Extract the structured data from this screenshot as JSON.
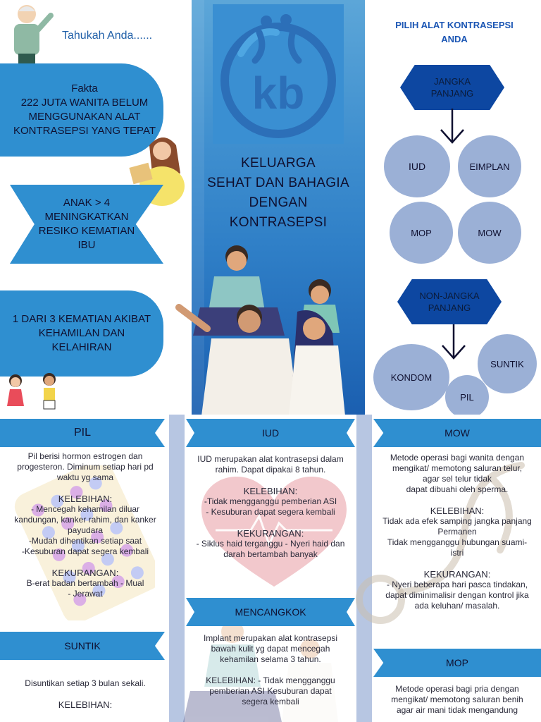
{
  "left": {
    "tahukah": "Tahukah Anda......",
    "fakta_title": "Fakta",
    "fakta_lines": [
      "222 JUTA  WANITA BELUM",
      "MENGGUNAKAN ALAT",
      "KONTRASEPSI YANG TEPAT"
    ],
    "anak_lines": [
      "ANAK > 4",
      "MENINGKATKAN",
      "RESIKO KEMATIAN",
      "IBU"
    ],
    "kematian_lines": [
      "1 DARI 3 KEMATIAN AKIBAT",
      "KEHAMILAN DAN",
      "KELAHIRAN"
    ]
  },
  "center": {
    "logo_text": "kb",
    "headline_lines": [
      "KELUARGA",
      "SEHAT DAN BAHAGIA",
      "DENGAN",
      "KONTRASEPSI"
    ]
  },
  "right": {
    "title_lines": [
      "PILIH ALAT KONTRASEPSI",
      "ANDA"
    ],
    "jangka_panjang": [
      "JANGKA",
      "PANJANG"
    ],
    "long_methods": [
      "IUD",
      "EIMPLAN",
      "MOP",
      "MOW"
    ],
    "non_jangka": [
      "NON-JANGKA",
      "PANJANG"
    ],
    "short_methods": [
      "KONDOM",
      "SUNTIK",
      "PIL"
    ]
  },
  "pil": {
    "title": "PIL",
    "desc": [
      "Pil berisi hormon estrogen dan",
      "progesteron. Diminum setiap hari pd",
      "waktu yg sama"
    ],
    "kelebihan_title": "KELEBIHAN:",
    "kelebihan": [
      "- Mencegah kehamilan diluar",
      "kandungan, kanker rahim, dan kanker",
      "payudara",
      "-Mudah dihentikan setiap saat",
      "-Kesuburan dapat segera kembali"
    ],
    "kekurangan_title": "KEKURANGAN:",
    "kekurangan": [
      "B-erat badan bertambah - Mual",
      "- Jerawat"
    ]
  },
  "suntik": {
    "title": "SUNTIK",
    "desc": "Disuntikan setiap 3 bulan sekali.",
    "kelebihan_title": "KELEBIHAN:"
  },
  "iud": {
    "title": "IUD",
    "desc": [
      "IUD merupakan alat kontrasepsi dalam",
      "rahim. Dapat dipakai 8 tahun."
    ],
    "kelebihan_title": "KELEBIHAN:",
    "kelebihan": [
      "-Tidak mengganggu pemberian ASI",
      "- Kesuburan dapat segera kembali"
    ],
    "kekurangan_title": "KEKURANGAN:",
    "kekurangan": [
      "- Siklus haid terganggu - Nyeri haid dan",
      "darah bertambah banyak"
    ]
  },
  "mencangkok": {
    "title": "MENCANGKOK",
    "desc": [
      "Implant merupakan alat kontrasepsi",
      "bawah kulit yg dapat mencegah",
      "kehamilan selama 3 tahun."
    ],
    "kelebihan": [
      "KELEBIHAN: - Tidak mengganggu",
      "pemberian ASI Kesuburan dapat",
      "segera kembali"
    ]
  },
  "mow": {
    "title": "MOW",
    "desc": [
      "Metode operasi bagi wanita dengan",
      "mengikat/ memotong saluran telur,",
      "agar sel telur tidak",
      "dapat dibuahi oleh sperma."
    ],
    "kelebihan_title": "KELEBIHAN:",
    "kelebihan": [
      "Tidak ada efek samping jangka panjang",
      "Permanen",
      "Tidak mengganggu hubungan suami-",
      "istri"
    ],
    "kekurangan_title": "KEKURANGAN:",
    "kekurangan": [
      "- Nyeri beberapa hari pasca tindakan,",
      "dapat diminimalisir dengan kontrol jika",
      "ada keluhan/ masalah."
    ]
  },
  "mop": {
    "title": "MOP",
    "desc": [
      "Metode operasi bagi pria dengan",
      "mengikat/ memotong saluran benih",
      "agar air mani tidak mengandung"
    ]
  },
  "colors": {
    "banner": "#2f8fd0",
    "dark_blue": "#0d47a1",
    "circle": "#9bb0d6",
    "divider": "#b7c6e2"
  }
}
